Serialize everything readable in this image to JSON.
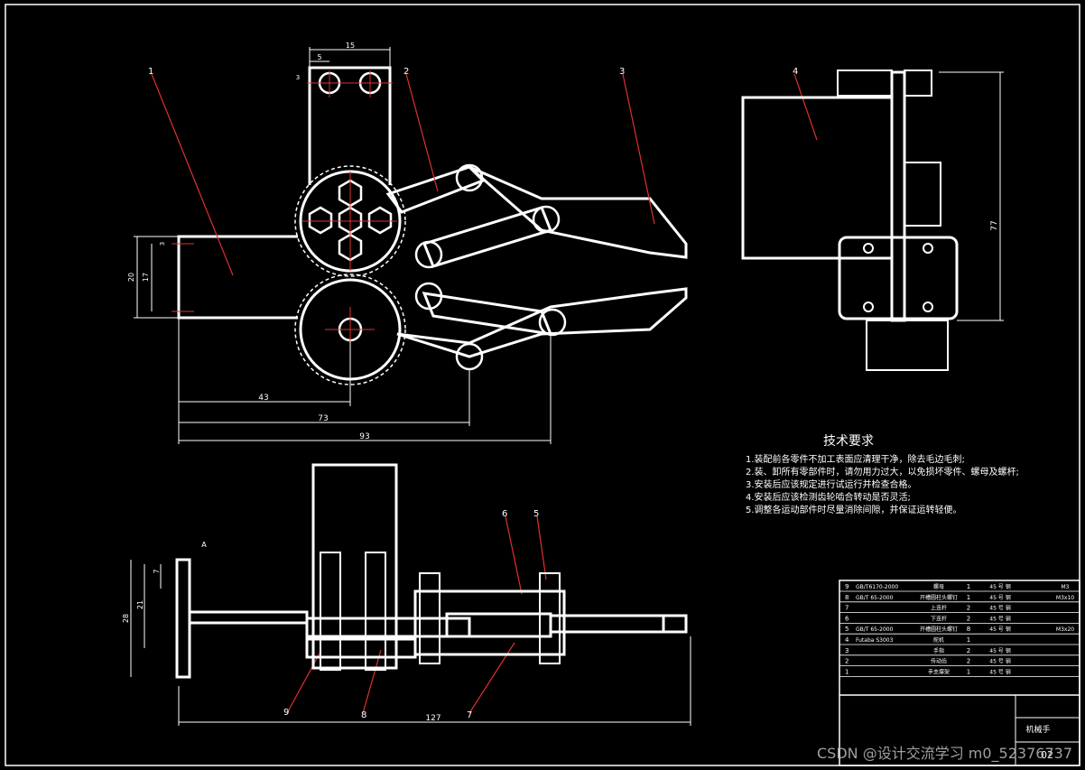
{
  "technical_requirements": {
    "title": "技术要求",
    "items": [
      "1.装配前各零件不加工表面应清理干净，除去毛边毛刺;",
      "2.装、卸所有零部件时，请勿用力过大，以免损坏零件、螺母及螺杆;",
      "3.安装后应该规定进行试运行并检查合格。",
      "4.安装后应该检测齿轮啮合转动是否灵活;",
      "5.调整各运动部件时尽量消除间隙，并保证运转轻便。"
    ]
  },
  "part_labels": [
    "1",
    "2",
    "3",
    "4",
    "5",
    "6",
    "7",
    "8",
    "9"
  ],
  "dimensions": {
    "top_15": "15",
    "top_5": "5",
    "top_3": "3",
    "left_20": "20",
    "left_17": "17",
    "left_3": "3",
    "bottom_43": "43",
    "bottom_73": "73",
    "bottom_93": "93",
    "side_77": "77",
    "front_7": "7",
    "front_21": "21",
    "front_28": "28",
    "front_127": "127",
    "section_A": "A"
  },
  "bom": [
    {
      "no": "9",
      "code": "GB/T6170-2000",
      "name": "螺母",
      "qty": "1",
      "mat": "45 号 钢",
      "note": "M3"
    },
    {
      "no": "8",
      "code": "GB/T 65-2000",
      "name": "开槽圆柱头螺钉",
      "qty": "1",
      "mat": "45 号 钢",
      "note": "M3x10"
    },
    {
      "no": "7",
      "code": "",
      "name": "上连杆",
      "qty": "2",
      "mat": "45 号 钢",
      "note": ""
    },
    {
      "no": "6",
      "code": "",
      "name": "下连杆",
      "qty": "2",
      "mat": "45 号 钢",
      "note": ""
    },
    {
      "no": "5",
      "code": "GB/T 65-2000",
      "name": "开槽圆柱头螺钉",
      "qty": "8",
      "mat": "45 号 钢",
      "note": "M3x20"
    },
    {
      "no": "4",
      "code": "Futaba S3003",
      "name": "舵机",
      "qty": "1",
      "mat": "",
      "note": ""
    },
    {
      "no": "3",
      "code": "",
      "name": "手指",
      "qty": "2",
      "mat": "45 号 钢",
      "note": ""
    },
    {
      "no": "2",
      "code": "",
      "name": "传动齿",
      "qty": "2",
      "mat": "45 号 钢",
      "note": ""
    },
    {
      "no": "1",
      "code": "",
      "name": "手支撑架",
      "qty": "1",
      "mat": "45 号 钢",
      "note": ""
    }
  ],
  "title_block": {
    "drawing_name": "机械手",
    "drawing_no": "02"
  },
  "watermark": "CSDN @设计交流学习 m0_52376737"
}
